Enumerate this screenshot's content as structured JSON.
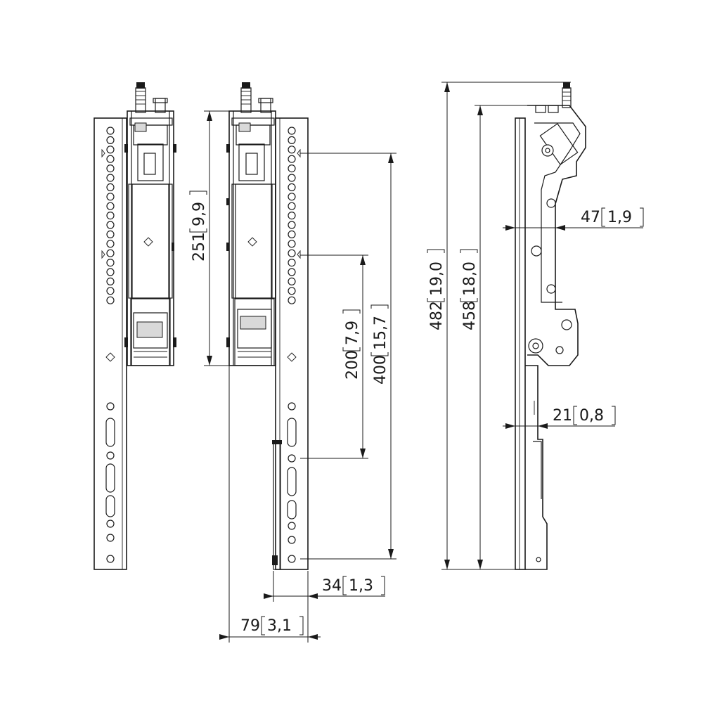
{
  "dimensions": {
    "d251": {
      "mm": "251",
      "in": "9,9"
    },
    "d200": {
      "mm": "200",
      "in": "7,9"
    },
    "d400": {
      "mm": "400",
      "in": "15,7"
    },
    "d482": {
      "mm": "482",
      "in": "19,0"
    },
    "d458": {
      "mm": "458",
      "in": "18,0"
    },
    "d47": {
      "mm": "47",
      "in": "1,9"
    },
    "d21": {
      "mm": "21",
      "in": "0,8"
    },
    "d34": {
      "mm": "34",
      "in": "1,3"
    },
    "d79": {
      "mm": "79",
      "in": "3,1"
    }
  }
}
